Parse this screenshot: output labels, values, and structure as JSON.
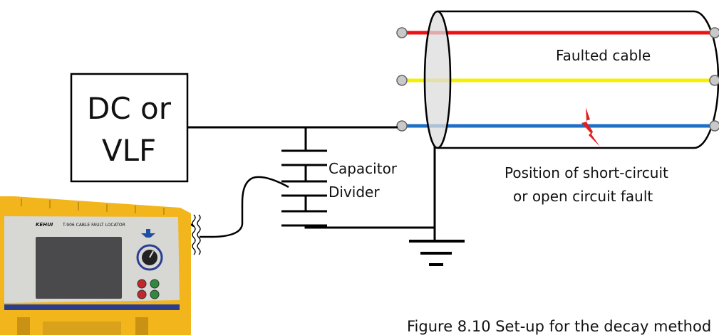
{
  "source": {
    "line1": "DC or",
    "line2": "VLF"
  },
  "divider": {
    "line1": "Capacitor",
    "line2": "Divider"
  },
  "cable": {
    "label": "Faulted cable"
  },
  "fault": {
    "line1": "Position of short-circuit",
    "line2": "or open circuit fault"
  },
  "device": {
    "brand": "KEHUI",
    "model": "T-906  CABLE FAULT LOCATOR"
  },
  "caption": "Figure 8.10 Set-up for the decay method",
  "colors": {
    "conductor_top": "#ee1111",
    "conductor_middle": "#f5f000",
    "conductor_bottom": "#1f6fc4",
    "terminal": "#c9c9c9",
    "device_case": "#f2b51c",
    "device_panel": "#d7d7d4",
    "device_screen": "#4a4a4c",
    "device_stripe": "#2b3d8f",
    "fault_mark": "#e02020"
  }
}
